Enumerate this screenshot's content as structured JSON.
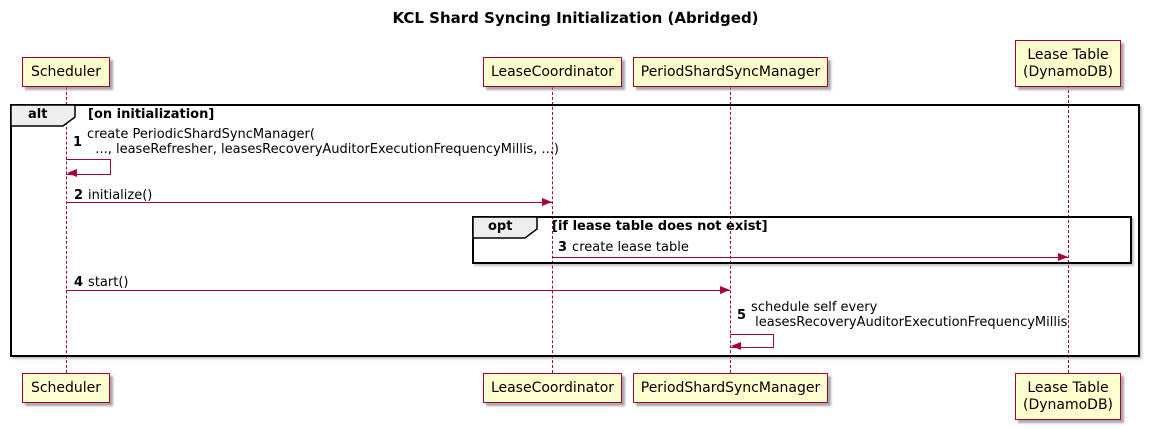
{
  "title": "KCL Shard Syncing Initialization (Abridged)",
  "colors": {
    "participant_fill": "#FEFECE",
    "participant_border": "#A80036",
    "arrow": "#A80036",
    "lifeline": "#A80036",
    "frame_border": "#000000",
    "frame_label_fill": "#EEEEEE",
    "background": "#FFFFFF"
  },
  "participants": [
    {
      "name": "Scheduler"
    },
    {
      "name": "LeaseCoordinator"
    },
    {
      "name": "PeriodShardSyncManager"
    },
    {
      "name": "Lease Table\n(DynamoDB)"
    }
  ],
  "frames": {
    "alt": {
      "operator": "alt",
      "guard": "[on initialization]"
    },
    "opt": {
      "operator": "opt",
      "guard": "[if lease table does not exist]"
    }
  },
  "messages": [
    {
      "num": "1",
      "text": "create PeriodicShardSyncManager(\n  ..., leaseRefresher, leasesRecoveryAuditorExecutionFrequencyMillis, ...)",
      "type": "self",
      "from": "Scheduler",
      "to": "Scheduler"
    },
    {
      "num": "2",
      "text": "initialize()",
      "type": "solid-arrow",
      "from": "Scheduler",
      "to": "LeaseCoordinator"
    },
    {
      "num": "3",
      "text": "create lease table",
      "type": "solid-arrow",
      "from": "LeaseCoordinator",
      "to": "Lease Table (DynamoDB)"
    },
    {
      "num": "4",
      "text": "start()",
      "type": "solid-arrow",
      "from": "Scheduler",
      "to": "PeriodShardSyncManager"
    },
    {
      "num": "5",
      "text": "schedule self every\n leasesRecoveryAuditorExecutionFrequencyMillis",
      "type": "self",
      "from": "PeriodShardSyncManager",
      "to": "PeriodShardSyncManager"
    }
  ]
}
